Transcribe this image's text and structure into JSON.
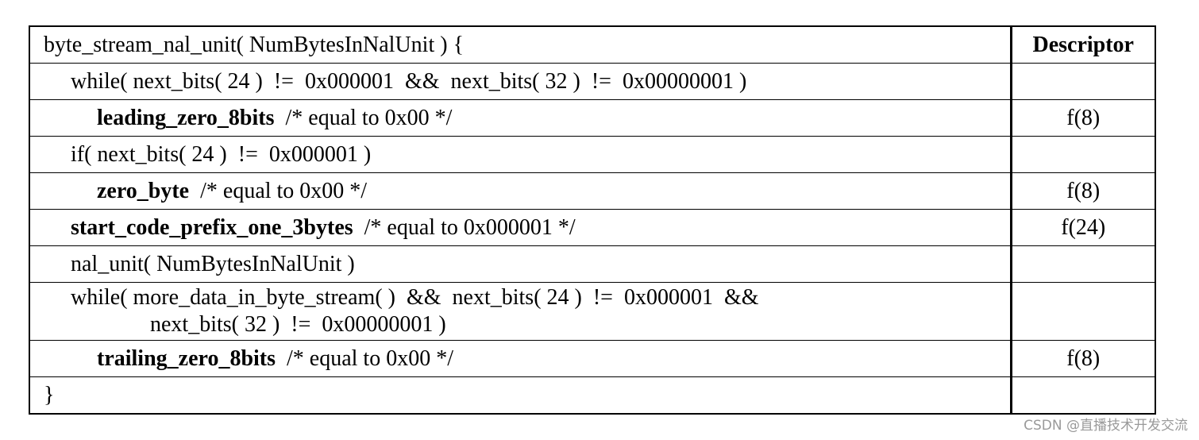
{
  "table": {
    "header": {
      "syntax": "byte_stream_nal_unit( NumBytesInNalUnit ) {",
      "descriptor": "Descriptor"
    },
    "rows": [
      {
        "code": "while( next_bits( 24 )  !=  0x000001  &&  next_bits( 32 )  !=  0x00000001 )",
        "descriptor": ""
      },
      {
        "name": "leading_zero_8bits",
        "comment": "  /* equal to 0x00 */",
        "descriptor": "f(8)"
      },
      {
        "code": "if( next_bits( 24 )  !=  0x000001 )",
        "descriptor": ""
      },
      {
        "name": "zero_byte",
        "comment": "  /* equal to 0x00 */",
        "descriptor": "f(8)"
      },
      {
        "name": "start_code_prefix_one_3bytes",
        "comment": "  /* equal to 0x000001 */",
        "descriptor": "f(24)"
      },
      {
        "code": "nal_unit( NumBytesInNalUnit )",
        "descriptor": ""
      },
      {
        "code": "while( more_data_in_byte_stream( )  &&  next_bits( 24 )  !=  0x000001  &&",
        "code_cont": "next_bits( 32 )  !=  0x00000001 )",
        "descriptor": ""
      },
      {
        "name": "trailing_zero_8bits",
        "comment": "  /* equal to 0x00 */",
        "descriptor": "f(8)"
      },
      {
        "code": "}",
        "descriptor": ""
      }
    ]
  },
  "watermark": "CSDN @直播技术开发交流"
}
